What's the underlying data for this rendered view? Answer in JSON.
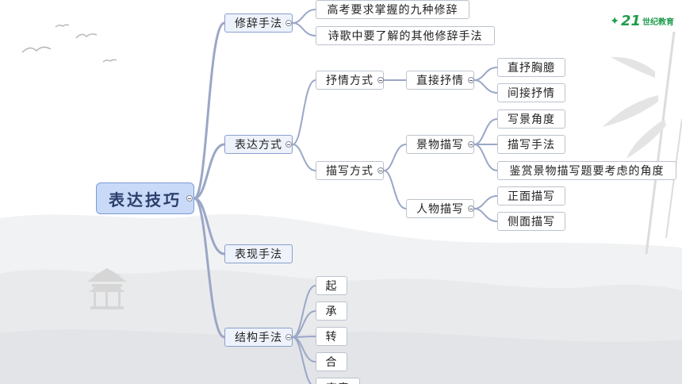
{
  "logo": {
    "mark": "21",
    "text": "世纪教育",
    "icon": "runner-icon"
  },
  "mindmap": {
    "root": "表达技巧",
    "branches": {
      "rhetoric": {
        "label": "修辞手法",
        "items": [
          "高考要求掌握的九种修辞",
          "诗歌中要了解的其他修辞手法"
        ]
      },
      "expression": {
        "label": "表达方式",
        "lyric": {
          "label": "抒情方式",
          "direct": {
            "label": "直接抒情",
            "items": [
              "直抒胸臆",
              "间接抒情"
            ]
          }
        },
        "description": {
          "label": "描写方式",
          "scenery": {
            "label": "景物描写",
            "items": [
              "写景角度",
              "描写手法",
              "鉴赏景物描写题要考虑的角度"
            ]
          },
          "character": {
            "label": "人物描写",
            "items": [
              "正面描写",
              "侧面描写"
            ]
          }
        }
      },
      "technique": {
        "label": "表现手法"
      },
      "structure": {
        "label": "结构手法",
        "items": [
          "起",
          "承",
          "转",
          "合",
          "卒章"
        ]
      }
    }
  },
  "colors": {
    "connector": "#9aa7c6",
    "root_fill": "#c9daf8",
    "brand": "#1f9d4c"
  }
}
